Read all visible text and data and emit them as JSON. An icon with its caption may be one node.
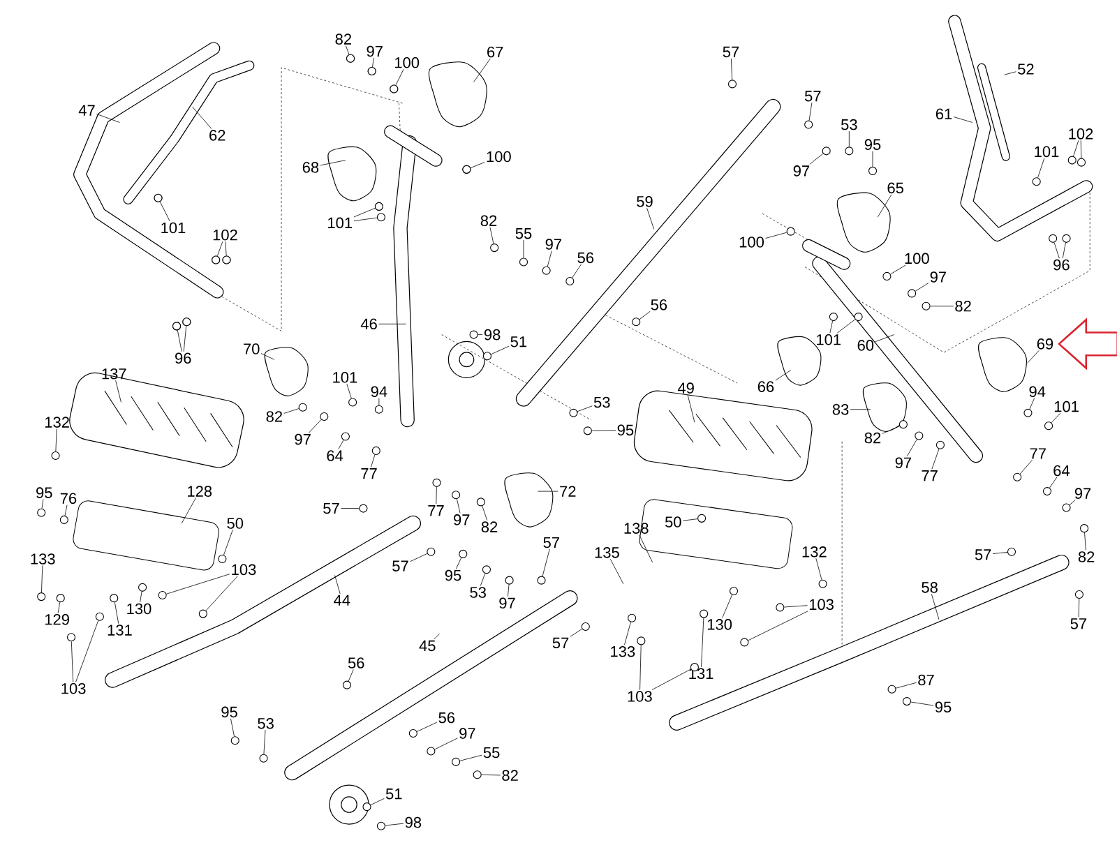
{
  "diagram": {
    "nodes": [
      {
        "text": [
          "47"
        ]
      },
      {
        "text": [
          "62"
        ]
      },
      {
        "text": [
          "101"
        ]
      },
      {
        "text": [
          "102"
        ]
      },
      {
        "text": [
          "96"
        ]
      },
      {
        "text": [
          "82"
        ]
      },
      {
        "text": [
          "97"
        ]
      },
      {
        "text": [
          "100"
        ]
      },
      {
        "text": [
          "67"
        ]
      },
      {
        "text": [
          "68"
        ]
      },
      {
        "text": [
          "100"
        ]
      },
      {
        "text": [
          "101"
        ]
      },
      {
        "text": [
          "46"
        ]
      },
      {
        "text": [
          "70"
        ]
      },
      {
        "text": [
          "137"
        ]
      },
      {
        "text": [
          "132"
        ]
      },
      {
        "text": [
          "101"
        ]
      },
      {
        "text": [
          "94"
        ]
      },
      {
        "text": [
          "82"
        ]
      },
      {
        "text": [
          "97"
        ]
      },
      {
        "text": [
          "64"
        ]
      },
      {
        "text": [
          "77"
        ]
      },
      {
        "text": [
          "95"
        ]
      },
      {
        "text": [
          "76"
        ]
      },
      {
        "text": [
          "128"
        ]
      },
      {
        "text": [
          "50"
        ]
      },
      {
        "text": [
          "57"
        ]
      },
      {
        "text": [
          "77"
        ]
      },
      {
        "text": [
          "97"
        ]
      },
      {
        "text": [
          "82"
        ]
      },
      {
        "text": [
          "72"
        ]
      },
      {
        "text": [
          "133"
        ]
      },
      {
        "text": [
          "57"
        ]
      },
      {
        "text": [
          "95"
        ]
      },
      {
        "text": [
          "53"
        ]
      },
      {
        "text": [
          "57"
        ]
      },
      {
        "text": [
          "103"
        ]
      },
      {
        "text": [
          "97"
        ]
      },
      {
        "text": [
          "44"
        ]
      },
      {
        "text": [
          "130"
        ]
      },
      {
        "text": [
          "131"
        ]
      },
      {
        "text": [
          "129"
        ]
      },
      {
        "text": [
          "45"
        ]
      },
      {
        "text": [
          "57"
        ]
      },
      {
        "text": [
          "56"
        ]
      },
      {
        "text": [
          "103"
        ]
      },
      {
        "text": [
          "95"
        ]
      },
      {
        "text": [
          "53"
        ]
      },
      {
        "text": [
          "56"
        ]
      },
      {
        "text": [
          "97"
        ]
      },
      {
        "text": [
          "55"
        ]
      },
      {
        "text": [
          "82"
        ]
      },
      {
        "text": [
          "51"
        ]
      },
      {
        "text": [
          "98"
        ]
      },
      {
        "text": [
          "57"
        ]
      },
      {
        "text": [
          "52"
        ]
      },
      {
        "text": [
          "57"
        ]
      },
      {
        "text": [
          "61"
        ]
      },
      {
        "text": [
          "53"
        ]
      },
      {
        "text": [
          "95"
        ]
      },
      {
        "text": [
          "102"
        ]
      },
      {
        "text": [
          "101"
        ]
      },
      {
        "text": [
          "97"
        ]
      },
      {
        "text": [
          "65"
        ]
      },
      {
        "text": [
          "59"
        ]
      },
      {
        "text": [
          "82"
        ]
      },
      {
        "text": [
          "55"
        ]
      },
      {
        "text": [
          "97"
        ]
      },
      {
        "text": [
          "100"
        ]
      },
      {
        "text": [
          "56"
        ]
      },
      {
        "text": [
          "100"
        ]
      },
      {
        "text": [
          "96"
        ]
      },
      {
        "text": [
          "97"
        ]
      },
      {
        "text": [
          "82"
        ]
      },
      {
        "text": [
          "56"
        ]
      },
      {
        "text": [
          "101"
        ]
      },
      {
        "text": [
          "98"
        ]
      },
      {
        "text": [
          "51"
        ]
      },
      {
        "text": [
          "60"
        ]
      },
      {
        "text": [
          "69"
        ]
      },
      {
        "text": [
          "66"
        ]
      },
      {
        "text": [
          "94"
        ]
      },
      {
        "text": [
          "49"
        ]
      },
      {
        "text": [
          "53"
        ]
      },
      {
        "text": [
          "101"
        ]
      },
      {
        "text": [
          "83"
        ]
      },
      {
        "text": [
          "95"
        ]
      },
      {
        "text": [
          "82"
        ]
      },
      {
        "text": [
          "77"
        ]
      },
      {
        "text": [
          "97"
        ]
      },
      {
        "text": [
          "64"
        ]
      },
      {
        "text": [
          "77"
        ]
      },
      {
        "text": [
          "97"
        ]
      },
      {
        "text": [
          "50"
        ]
      },
      {
        "text": [
          "138"
        ]
      },
      {
        "text": [
          "132"
        ]
      },
      {
        "text": [
          "57"
        ]
      },
      {
        "text": [
          "135"
        ]
      },
      {
        "text": [
          "82"
        ]
      },
      {
        "text": [
          "58"
        ]
      },
      {
        "text": [
          "103"
        ]
      },
      {
        "text": [
          "57"
        ]
      },
      {
        "text": [
          "133"
        ]
      },
      {
        "text": [
          "130"
        ]
      },
      {
        "text": [
          "131"
        ]
      },
      {
        "text": [
          "87"
        ]
      },
      {
        "text": [
          "103"
        ]
      },
      {
        "text": [
          "95"
        ]
      },
      {
        "text": [],
        "shape": "circle"
      },
      {
        "text": [],
        "shape": "circle"
      },
      {
        "text": [],
        "shape": "circle"
      },
      {
        "text": [],
        "shape": "circle"
      },
      {
        "text": [],
        "shape": "circle"
      },
      {
        "text": [],
        "shape": "circle"
      },
      {
        "text": [],
        "shape": "circle"
      },
      {
        "text": [],
        "shape": "circle"
      },
      {
        "text": [],
        "shape": "circle"
      },
      {
        "text": [],
        "shape": "circle"
      },
      {
        "text": [],
        "shape": "circle"
      },
      {
        "text": [],
        "shape": "circle"
      },
      {
        "text": [],
        "shape": "circle"
      },
      {
        "text": [],
        "shape": "circle"
      },
      {
        "text": [],
        "shape": "circle"
      },
      {
        "text": [],
        "shape": "circle"
      },
      {
        "text": [],
        "shape": "circle"
      },
      {
        "text": [],
        "shape": "circle"
      },
      {
        "text": [],
        "shape": "circle"
      },
      {
        "text": [],
        "shape": "circle"
      },
      {
        "text": [],
        "shape": "circle"
      },
      {
        "text": [],
        "shape": "circle"
      },
      {
        "text": [],
        "shape": "circle"
      },
      {
        "text": [],
        "shape": "circle"
      },
      {
        "text": [],
        "shape": "circle"
      },
      {
        "text": [],
        "shape": "circle"
      },
      {
        "text": [],
        "shape": "circle"
      },
      {
        "text": [],
        "shape": "circle"
      },
      {
        "text": [],
        "shape": "circle"
      },
      {
        "text": [],
        "shape": "circle"
      },
      {
        "text": [],
        "shape": "circle"
      },
      {
        "text": [],
        "shape": "circle"
      },
      {
        "text": [],
        "shape": "circle"
      },
      {
        "text": [],
        "shape": "circle"
      },
      {
        "text": [],
        "shape": "circle"
      },
      {
        "text": [],
        "shape": "circle"
      },
      {
        "text": [],
        "shape": "circle"
      },
      {
        "text": [],
        "shape": "circle"
      },
      {
        "text": [],
        "shape": "circle"
      },
      {
        "text": [],
        "shape": "circle"
      },
      {
        "text": [],
        "shape": "circle"
      },
      {
        "text": [],
        "shape": "circle"
      },
      {
        "text": [],
        "shape": "circle"
      },
      {
        "text": [],
        "shape": "circle"
      },
      {
        "text": [],
        "shape": "circle"
      },
      {
        "text": [],
        "shape": "circle"
      },
      {
        "text": [],
        "shape": "circle"
      },
      {
        "text": [],
        "shape": "circle"
      },
      {
        "text": [],
        "shape": "circle"
      },
      {
        "text": [],
        "shape": "circle"
      },
      {
        "text": [],
        "shape": "circle"
      },
      {
        "text": [],
        "shape": "circle"
      },
      {
        "text": [],
        "shape": "circle"
      },
      {
        "text": [],
        "shape": "circle"
      },
      {
        "text": [],
        "shape": "circle"
      },
      {
        "text": [],
        "shape": "circle"
      },
      {
        "text": [],
        "shape": "circle"
      },
      {
        "text": [],
        "shape": "circle"
      },
      {
        "text": [],
        "shape": "circle"
      },
      {
        "text": [],
        "shape": "circle"
      },
      {
        "text": [],
        "shape": "circle"
      },
      {
        "text": [],
        "shape": "circle"
      },
      {
        "text": [],
        "shape": "circle"
      },
      {
        "text": [],
        "shape": "circle"
      },
      {
        "text": [],
        "shape": "circle"
      },
      {
        "text": [],
        "shape": "circle"
      },
      {
        "text": [],
        "shape": "circle"
      },
      {
        "text": [],
        "shape": "circle"
      },
      {
        "text": [],
        "shape": "circle"
      },
      {
        "text": [],
        "shape": "circle"
      },
      {
        "text": [],
        "shape": "circle"
      },
      {
        "text": [],
        "shape": "circle"
      },
      {
        "text": [],
        "shape": "circle"
      },
      {
        "text": [],
        "shape": "circle"
      },
      {
        "text": [],
        "shape": "circle"
      },
      {
        "text": [],
        "shape": "circle"
      },
      {
        "text": [],
        "shape": "circle"
      },
      {
        "text": [],
        "shape": "circle"
      },
      {
        "text": [],
        "shape": "circle"
      },
      {
        "text": [],
        "shape": "circle"
      },
      {
        "text": [],
        "shape": "circle"
      },
      {
        "text": [],
        "shape": "circle"
      },
      {
        "text": [],
        "shape": "circle"
      },
      {
        "text": [],
        "shape": "circle"
      },
      {
        "text": [],
        "shape": "circle"
      },
      {
        "text": [],
        "shape": "circle"
      },
      {
        "text": [],
        "shape": "circle"
      },
      {
        "text": [],
        "shape": "circle"
      },
      {
        "text": [],
        "shape": "circle"
      },
      {
        "text": [],
        "shape": "circle"
      },
      {
        "text": [],
        "shape": "circle"
      },
      {
        "text": [],
        "shape": "circle"
      },
      {
        "text": [],
        "shape": "circle"
      },
      {
        "text": [],
        "shape": "circle"
      },
      {
        "text": [],
        "shape": "circle"
      },
      {
        "text": [],
        "shape": "circle"
      },
      {
        "text": [],
        "shape": "circle"
      },
      {
        "text": [],
        "shape": "circle"
      },
      {
        "text": [],
        "shape": "circle"
      },
      {
        "text": [],
        "shape": "circle"
      },
      {
        "text": [],
        "shape": "circle"
      },
      {
        "text": [],
        "shape": "circle"
      },
      {
        "text": [],
        "shape": "circle"
      },
      {
        "text": [],
        "shape": "circle"
      },
      {
        "text": [],
        "shape": "circle"
      }
    ],
    "edges": [
      {
        "from": 0,
        "to": null,
        "arrow": "none"
      },
      {
        "from": 1,
        "to": null,
        "arrow": "none"
      },
      {
        "from": 2,
        "to": 108,
        "arrow": "none"
      },
      {
        "from": 3,
        "to": 109,
        "arrow": "none"
      },
      {
        "from": 3,
        "to": 110,
        "arrow": "none"
      },
      {
        "from": 4,
        "to": 111,
        "arrow": "none"
      },
      {
        "from": 4,
        "to": 112,
        "arrow": "none"
      },
      {
        "from": 5,
        "to": 113,
        "arrow": "none"
      },
      {
        "from": 6,
        "to": 114,
        "arrow": "none"
      },
      {
        "from": 7,
        "to": 115,
        "arrow": "none"
      },
      {
        "from": 8,
        "to": null,
        "arrow": "none"
      },
      {
        "from": 9,
        "to": null,
        "arrow": "none"
      },
      {
        "from": 10,
        "to": 116,
        "arrow": "none"
      },
      {
        "from": 11,
        "to": 117,
        "arrow": "none"
      },
      {
        "from": 11,
        "to": 118,
        "arrow": "none"
      },
      {
        "from": 12,
        "to": null,
        "arrow": "none"
      },
      {
        "from": 13,
        "to": null,
        "arrow": "none"
      },
      {
        "from": 14,
        "to": null,
        "arrow": "none"
      },
      {
        "from": 15,
        "to": 119,
        "arrow": "none"
      },
      {
        "from": 16,
        "to": 120,
        "arrow": "none"
      },
      {
        "from": 17,
        "to": 121,
        "arrow": "none"
      },
      {
        "from": 18,
        "to": 122,
        "arrow": "none"
      },
      {
        "from": 19,
        "to": 123,
        "arrow": "none"
      },
      {
        "from": 20,
        "to": 124,
        "arrow": "none"
      },
      {
        "from": 21,
        "to": 125,
        "arrow": "none"
      },
      {
        "from": 22,
        "to": 126,
        "arrow": "none"
      },
      {
        "from": 23,
        "to": 127,
        "arrow": "none"
      },
      {
        "from": 24,
        "to": null,
        "arrow": "none"
      },
      {
        "from": 25,
        "to": 128,
        "arrow": "none"
      },
      {
        "from": 26,
        "to": 129,
        "arrow": "none"
      },
      {
        "from": 27,
        "to": 130,
        "arrow": "none"
      },
      {
        "from": 28,
        "to": 131,
        "arrow": "none"
      },
      {
        "from": 29,
        "to": 132,
        "arrow": "none"
      },
      {
        "from": 30,
        "to": null,
        "arrow": "none"
      },
      {
        "from": 31,
        "to": 133,
        "arrow": "none"
      },
      {
        "from": 32,
        "to": 134,
        "arrow": "none"
      },
      {
        "from": 33,
        "to": 135,
        "arrow": "none"
      },
      {
        "from": 34,
        "to": 136,
        "arrow": "none"
      },
      {
        "from": 35,
        "to": 137,
        "arrow": "none"
      },
      {
        "from": 36,
        "to": 138,
        "arrow": "none"
      },
      {
        "from": 36,
        "to": 139,
        "arrow": "none"
      },
      {
        "from": 37,
        "to": 140,
        "arrow": "none"
      },
      {
        "from": 38,
        "to": null,
        "arrow": "none"
      },
      {
        "from": 39,
        "to": 141,
        "arrow": "none"
      },
      {
        "from": 40,
        "to": 142,
        "arrow": "none"
      },
      {
        "from": 41,
        "to": 143,
        "arrow": "none"
      },
      {
        "from": 42,
        "to": null,
        "arrow": "none"
      },
      {
        "from": 43,
        "to": 144,
        "arrow": "none"
      },
      {
        "from": 44,
        "to": 145,
        "arrow": "none"
      },
      {
        "from": 45,
        "to": 146,
        "arrow": "none"
      },
      {
        "from": 45,
        "to": 147,
        "arrow": "none"
      },
      {
        "from": 46,
        "to": 148,
        "arrow": "none"
      },
      {
        "from": 47,
        "to": 149,
        "arrow": "none"
      },
      {
        "from": 48,
        "to": 150,
        "arrow": "none"
      },
      {
        "from": 49,
        "to": 151,
        "arrow": "none"
      },
      {
        "from": 50,
        "to": 152,
        "arrow": "none"
      },
      {
        "from": 51,
        "to": 153,
        "arrow": "none"
      },
      {
        "from": 52,
        "to": 154,
        "arrow": "none"
      },
      {
        "from": 53,
        "to": 155,
        "arrow": "none"
      },
      {
        "from": 54,
        "to": 156,
        "arrow": "none"
      },
      {
        "from": 55,
        "to": null,
        "arrow": "none"
      },
      {
        "from": 56,
        "to": 157,
        "arrow": "none"
      },
      {
        "from": 57,
        "to": null,
        "arrow": "none"
      },
      {
        "from": 58,
        "to": 158,
        "arrow": "none"
      },
      {
        "from": 59,
        "to": 159,
        "arrow": "none"
      },
      {
        "from": 60,
        "to": 160,
        "arrow": "none"
      },
      {
        "from": 60,
        "to": 161,
        "arrow": "none"
      },
      {
        "from": 61,
        "to": 162,
        "arrow": "none"
      },
      {
        "from": 62,
        "to": 163,
        "arrow": "none"
      },
      {
        "from": 63,
        "to": null,
        "arrow": "none"
      },
      {
        "from": 64,
        "to": null,
        "arrow": "none"
      },
      {
        "from": 65,
        "to": 164,
        "arrow": "none"
      },
      {
        "from": 66,
        "to": 165,
        "arrow": "none"
      },
      {
        "from": 67,
        "to": 166,
        "arrow": "none"
      },
      {
        "from": 68,
        "to": 167,
        "arrow": "none"
      },
      {
        "from": 69,
        "to": 168,
        "arrow": "none"
      },
      {
        "from": 70,
        "to": 169,
        "arrow": "none"
      },
      {
        "from": 71,
        "to": 170,
        "arrow": "none"
      },
      {
        "from": 71,
        "to": 171,
        "arrow": "none"
      },
      {
        "from": 72,
        "to": 172,
        "arrow": "none"
      },
      {
        "from": 73,
        "to": 173,
        "arrow": "none"
      },
      {
        "from": 74,
        "to": 174,
        "arrow": "none"
      },
      {
        "from": 75,
        "to": 175,
        "arrow": "none"
      },
      {
        "from": 75,
        "to": 176,
        "arrow": "none"
      },
      {
        "from": 76,
        "to": 177,
        "arrow": "none"
      },
      {
        "from": 77,
        "to": 178,
        "arrow": "none"
      },
      {
        "from": 78,
        "to": null,
        "arrow": "none"
      },
      {
        "from": 79,
        "to": null,
        "arrow": "none"
      },
      {
        "from": 80,
        "to": null,
        "arrow": "none"
      },
      {
        "from": 81,
        "to": 179,
        "arrow": "none"
      },
      {
        "from": 82,
        "to": null,
        "arrow": "none"
      },
      {
        "from": 83,
        "to": 180,
        "arrow": "none"
      },
      {
        "from": 84,
        "to": 181,
        "arrow": "none"
      },
      {
        "from": 85,
        "to": null,
        "arrow": "none"
      },
      {
        "from": 86,
        "to": 182,
        "arrow": "none"
      },
      {
        "from": 87,
        "to": 183,
        "arrow": "none"
      },
      {
        "from": 88,
        "to": 184,
        "arrow": "none"
      },
      {
        "from": 89,
        "to": 185,
        "arrow": "none"
      },
      {
        "from": 90,
        "to": 186,
        "arrow": "none"
      },
      {
        "from": 91,
        "to": 187,
        "arrow": "none"
      },
      {
        "from": 92,
        "to": 188,
        "arrow": "none"
      },
      {
        "from": 93,
        "to": 189,
        "arrow": "none"
      },
      {
        "from": 94,
        "to": null,
        "arrow": "none"
      },
      {
        "from": 95,
        "to": 190,
        "arrow": "none"
      },
      {
        "from": 96,
        "to": 191,
        "arrow": "none"
      },
      {
        "from": 97,
        "to": null,
        "arrow": "none"
      },
      {
        "from": 98,
        "to": 192,
        "arrow": "none"
      },
      {
        "from": 99,
        "to": null,
        "arrow": "none"
      },
      {
        "from": 100,
        "to": 193,
        "arrow": "none"
      },
      {
        "from": 100,
        "to": 194,
        "arrow": "none"
      },
      {
        "from": 101,
        "to": 195,
        "arrow": "none"
      },
      {
        "from": 102,
        "to": 196,
        "arrow": "none"
      },
      {
        "from": 103,
        "to": 197,
        "arrow": "none"
      },
      {
        "from": 104,
        "to": 198,
        "arrow": "none"
      },
      {
        "from": 105,
        "to": 199,
        "arrow": "none"
      },
      {
        "from": 106,
        "to": 200,
        "arrow": "none"
      },
      {
        "from": 106,
        "to": 201,
        "arrow": "none"
      },
      {
        "from": 107,
        "to": 202,
        "arrow": "none"
      },
      {
        "from": null,
        "to": 79,
        "arrow": "to",
        "style": "thick",
        "color": "#d9232e"
      }
    ]
  }
}
